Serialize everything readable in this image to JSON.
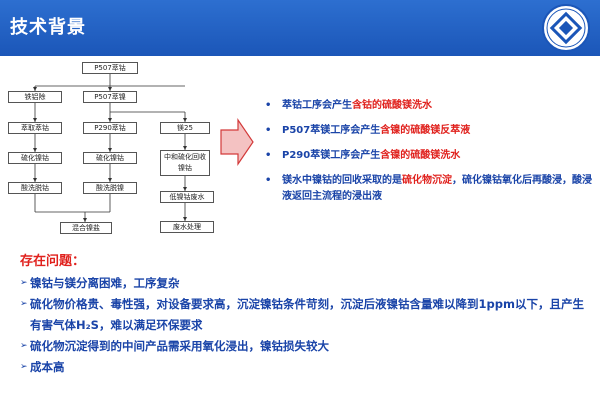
{
  "header": {
    "title": "技术背景",
    "bg_color": "#1b56b8",
    "logo_icon": "university-seal-icon"
  },
  "flowchart": {
    "p507_co": "P507萃钴",
    "fe_removal": "铁铝除",
    "p507_ni": "P507萃镍",
    "extract_co": "萃取萃钴",
    "p290_co": "P290萃钴",
    "mg_removal": "镁25",
    "sulfide_co": "硫化镍钴",
    "sulfide_ni": "硫化镍钴",
    "neutralize": "中和硫化回收镍钴",
    "acid_wash_1": "酸洗脱钴",
    "acid_wash_2": "酸洗脱镍",
    "low_ni_water": "低镍钴废水",
    "mix_salt": "混合镍盐",
    "waste_treatment": "废水处理"
  },
  "bullets": [
    {
      "pre": "萃钴工序会产生",
      "red": "含钴的硫酸镁洗水",
      "post": ""
    },
    {
      "pre": "P507萃镁工序会产生",
      "red": "含镍的硫酸镁反萃液",
      "post": ""
    },
    {
      "pre": "P290萃镁工序会产生",
      "red": "含镍的硫酸镁洗水",
      "post": ""
    },
    {
      "pre": "镁水中镍钴的回收采取的是",
      "red": "硫化物沉淀",
      "post": "，硫化镍钴氧化后再酸浸，酸浸液返回主流程的浸出液"
    }
  ],
  "problems": {
    "title": "存在问题：",
    "items": [
      "镍钴与镁分离困难，工序复杂",
      "硫化物价格贵、毒性强，对设备要求高，沉淀镍钴条件苛刻，沉淀后液镍钴含量难以降到1ppm以下，且产生有害气体H₂S，难以满足环保要求",
      "硫化物沉淀得到的中间产品需采用氧化浸出，镍钴损失较大",
      "成本高"
    ]
  },
  "colors": {
    "accent_blue": "#1a44a8",
    "highlight_red": "#e0211d",
    "arrow_fill": "#f4c2c2",
    "arrow_stroke": "#d33a3a"
  }
}
